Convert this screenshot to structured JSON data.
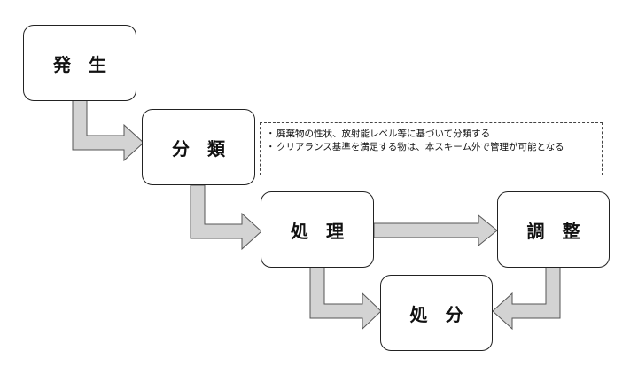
{
  "stages": {
    "generation": "発　生",
    "classification": "分　類",
    "treatment": "処　理",
    "adjustment": "調　整",
    "disposal": "処　分"
  },
  "note": {
    "bullet": "・",
    "lines": [
      "廃棄物の性状、放射能レベル等に基づいて分類する",
      "クリアランス基準を満足する物は、本スキーム外で管理が可能となる"
    ]
  },
  "colors": {
    "arrow_fill": "#d3d3d3",
    "arrow_stroke": "#555555",
    "box_border": "#222222"
  }
}
